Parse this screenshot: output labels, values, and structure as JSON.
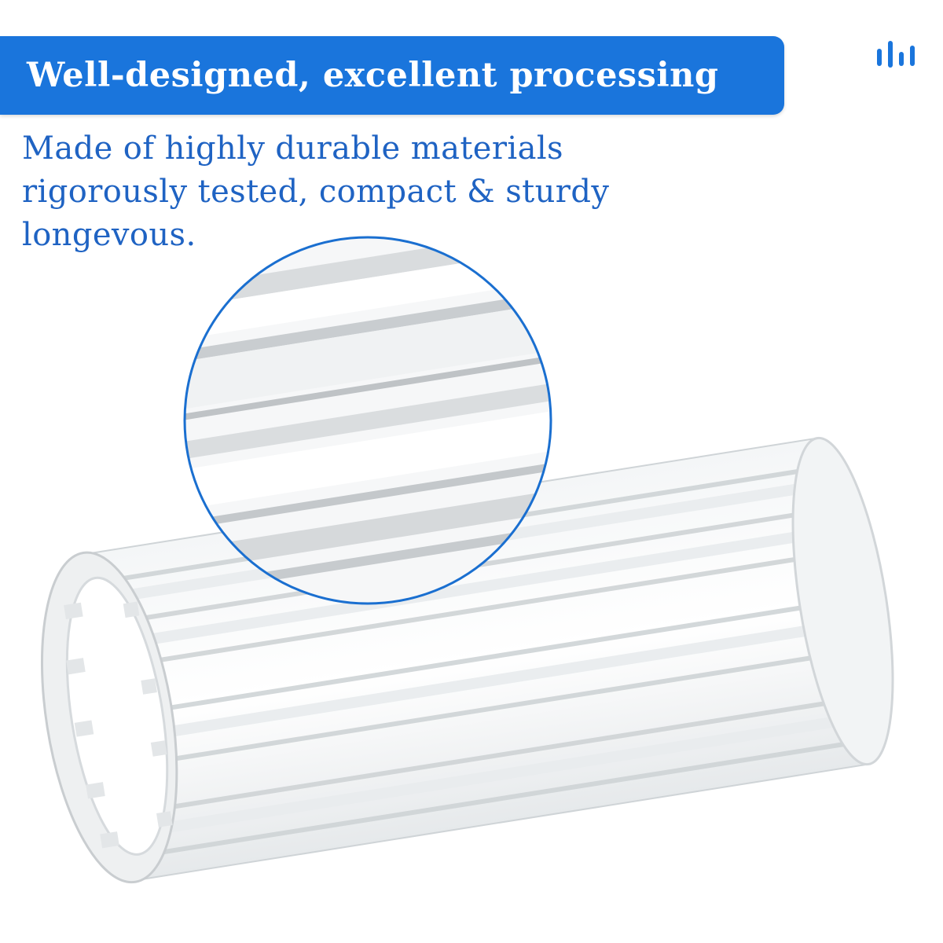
{
  "banner": {
    "title": "Well-designed, excellent processing",
    "color": "#1a75dc"
  },
  "description": {
    "lines": [
      "Made of highly durable materials",
      "rigorously tested, compact & sturdy",
      "longevous."
    ],
    "color": "#1f63c3"
  },
  "brand": {
    "icon": "bar-logo-icon",
    "color": "#1a75dc"
  },
  "product": {
    "icon": "clear-fluted-tube-image",
    "magnifier_icon": "magnified-detail-circle",
    "magnifier_border_color": "#1a6fd0"
  }
}
